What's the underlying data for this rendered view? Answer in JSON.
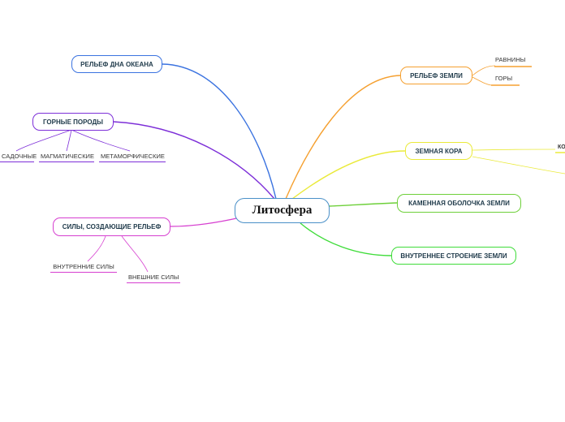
{
  "central": "Литосфера",
  "colors": {
    "ocean": "#3b73e0",
    "rocks": "#7d2fd8",
    "forces": "#d63fd0",
    "relief": "#f5a030",
    "crust": "#eaea3a",
    "shell": "#6ed03a",
    "inner": "#3fdc3a"
  },
  "branches": {
    "ocean_relief": "РЕЛЬЕФ ДНА ОКЕАНА",
    "rocks": "ГОРНЫЕ ПОРОДЫ",
    "forces": "СИЛЫ, СОЗДАЮЩИЕ РЕЛЬЕФ",
    "earth_relief": "РЕЛЬЕФ ЗЕМЛИ",
    "crust": "ЗЕМНАЯ КОРА",
    "stone_shell": "КАМЕННАЯ ОБОЛОЧКА ЗЕМЛИ",
    "inner_structure": "ВНУТРЕННЕЕ СТРОЕНИЕ ЗЕМЛИ"
  },
  "leaves": {
    "sedimentary": "САДОЧНЫЕ",
    "magmatic": "МАГМАТИЧЕСКИЕ",
    "metamorphic": "МЕТАМОРФИЧЕСКИЕ",
    "internal_forces": "ВНУТРЕННИЕ СИЛЫ",
    "external_forces": "ВНЕШНИЕ СИЛЫ",
    "plains": "РАВНИНЫ",
    "mountains": "ГОРЫ",
    "crust_sub": "КО"
  }
}
